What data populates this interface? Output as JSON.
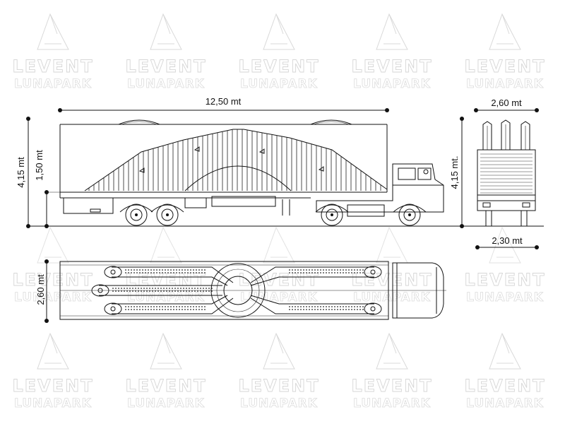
{
  "watermark": {
    "brand_line1": "LEVENT",
    "brand_line2": "LUNAPARK"
  },
  "dimensions": {
    "total_length": "12,50 mt",
    "side_total_height": "4,15 mt",
    "side_floor_height": "1,50 mt",
    "rear_width_top": "2,60 mt",
    "rear_height": "4,15 mt.",
    "rear_width_bottom": "2,30 mt",
    "top_view_width": "2,60 mt"
  },
  "colors": {
    "line": "#111111",
    "watermark": "#d6d6d6",
    "background": "#ffffff"
  }
}
